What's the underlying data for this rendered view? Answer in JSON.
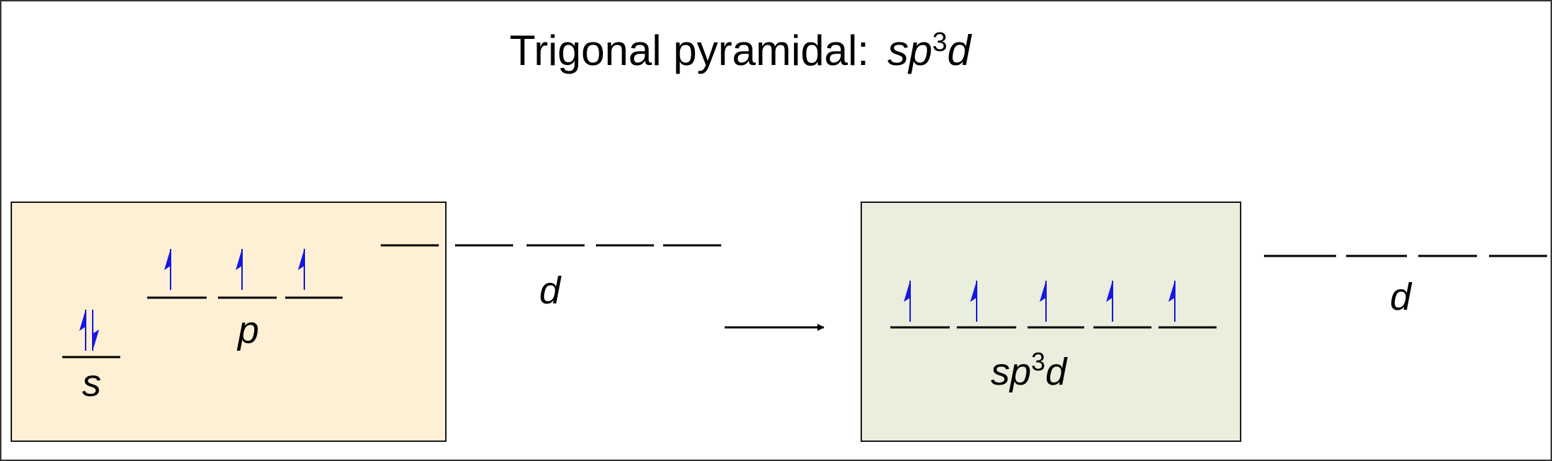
{
  "title": {
    "prefix": "Trigonal pyramidal:",
    "hybrid_base": "sp",
    "hybrid_sup": "3",
    "hybrid_tail": "d"
  },
  "left_box": {
    "s_label": "s",
    "p_label": "p",
    "d_label": "d",
    "s_electrons": "paired",
    "p_electrons": [
      "up",
      "up",
      "up"
    ],
    "d_orbital_count": 5
  },
  "right_box": {
    "hybrid_base": "sp",
    "hybrid_sup": "3",
    "hybrid_tail": "d",
    "d_label": "d",
    "hybrid_electrons": [
      "up",
      "up",
      "up",
      "up",
      "up"
    ],
    "d_orbital_count": 4
  },
  "colors": {
    "left_box_fill": "#fdf0d4",
    "right_box_fill": "#e9eedd",
    "box_border": "#1a1a1a",
    "electron_arrow": "#1515e6",
    "line": "#000000"
  }
}
